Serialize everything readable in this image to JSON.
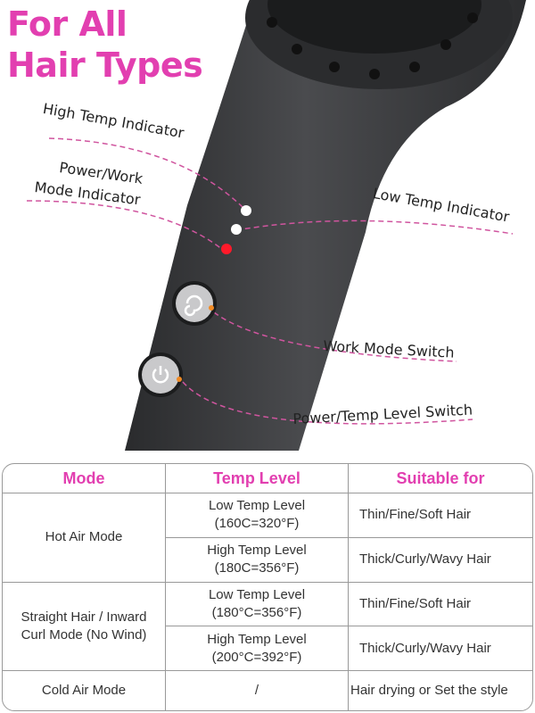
{
  "headline": {
    "line1": "For All",
    "line2": "Hair Types"
  },
  "callouts": {
    "high_temp": "High Temp Indicator",
    "power_work_1": "Power/Work",
    "power_work_2": "Mode Indicator",
    "low_temp": "Low Temp Indicator",
    "work_mode": "Work Mode Switch",
    "power_temp": "Power/Temp Level Switch"
  },
  "colors": {
    "accent": "#e23fb0",
    "device": "#3a3b3d",
    "indicator_red": "#ff1a2a",
    "indicator_orange": "#f08a24"
  },
  "table": {
    "headers": [
      "Mode",
      "Temp Level",
      "Suitable for"
    ],
    "rows": [
      {
        "mode": "Hot Air Mode",
        "levels": [
          {
            "l1": "Low Temp Level",
            "l2": "(160C=320°F)",
            "suit": "Thin/Fine/Soft Hair"
          },
          {
            "l1": "High Temp Level",
            "l2": "(180C=356°F)",
            "suit": "Thick/Curly/Wavy Hair"
          }
        ]
      },
      {
        "mode1": "Straight Hair / Inward",
        "mode2": "Curl Mode (No Wind)",
        "levels": [
          {
            "l1": "Low Temp Level",
            "l2": "(180°C=356°F)",
            "suit": "Thin/Fine/Soft Hair"
          },
          {
            "l1": "High Temp Level",
            "l2": "(200°C=392°F)",
            "suit": "Thick/Curly/Wavy Hair"
          }
        ]
      },
      {
        "mode": "Cold Air Mode",
        "level": "/",
        "suit": "Hair drying or Set the style"
      }
    ]
  }
}
